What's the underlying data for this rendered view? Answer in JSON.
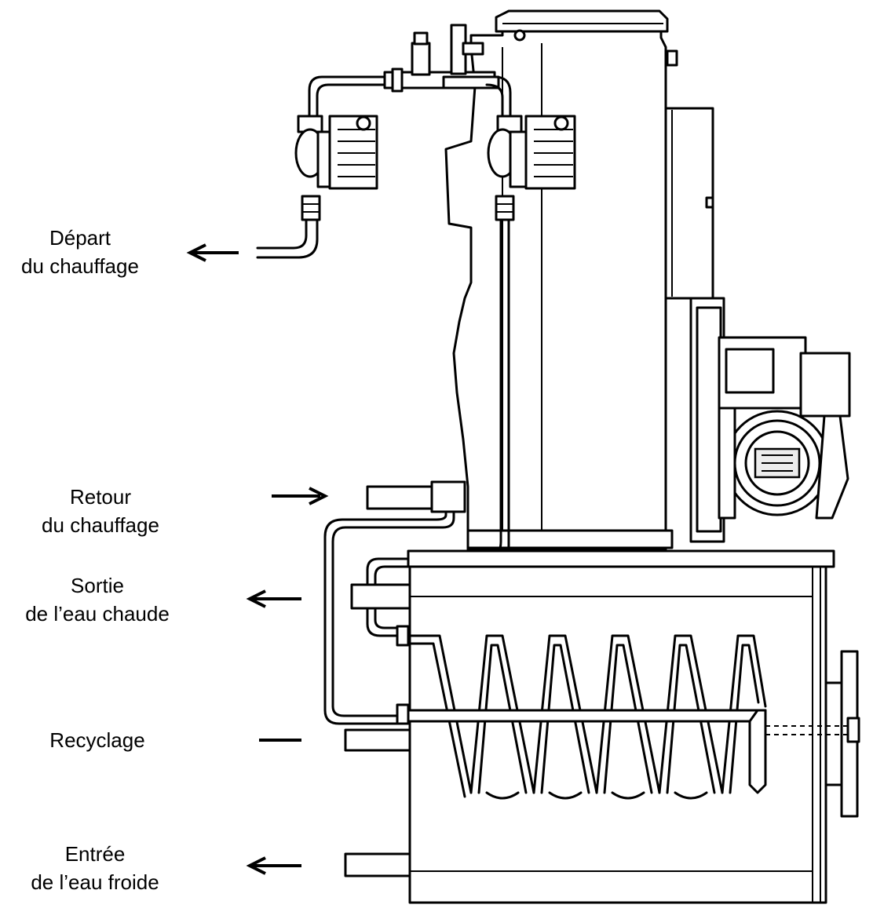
{
  "labels": {
    "depart_line1": "Départ",
    "depart_line2": "du chauffage",
    "retour_line1": "Retour",
    "retour_line2": "du chauffage",
    "sortie_line1": "Sortie",
    "sortie_line2": "de l’eau chaude",
    "recyclage": "Recyclage",
    "entree_line1": "Entrée",
    "entree_line2": "de l’eau froide"
  },
  "arrows": {
    "depart": "left",
    "retour": "right",
    "sortie": "left",
    "recyclage": "none",
    "entree": "left"
  }
}
